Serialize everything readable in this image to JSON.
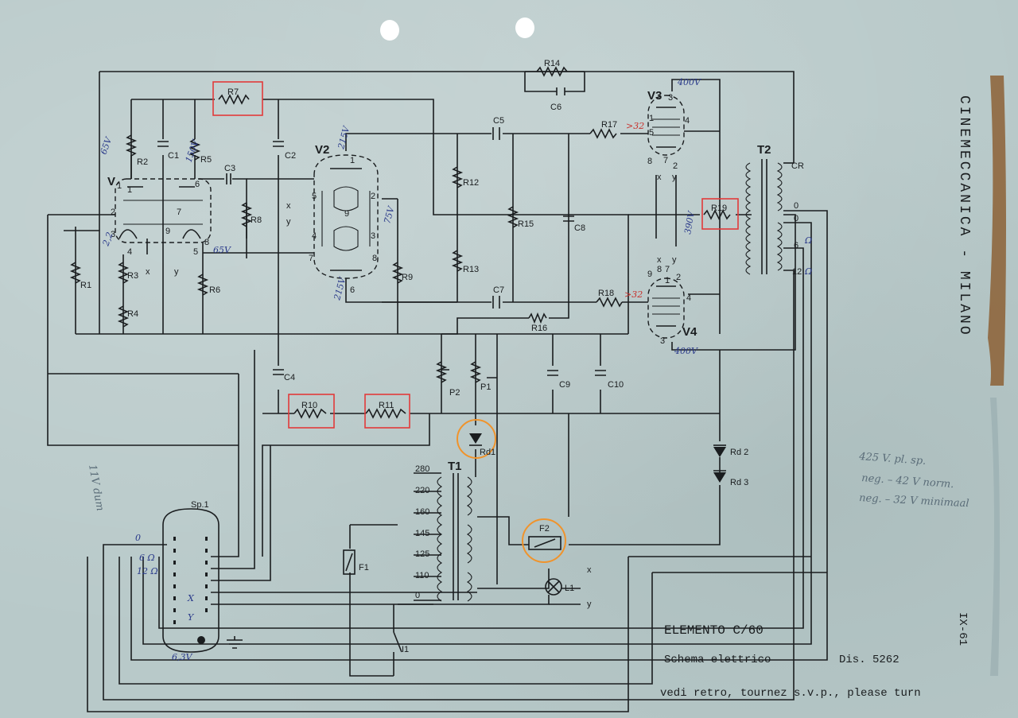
{
  "components": {
    "R7": "R7",
    "R14": "R14",
    "C6": "C6",
    "R2": "R2",
    "C1": "C1",
    "R5": "R5",
    "C2": "C2",
    "C3": "C3",
    "V1": "V",
    "V1sub": "1",
    "V2": "V2",
    "R8": "R8",
    "R1": "R1",
    "R3": "R3",
    "R4": "R4",
    "R6": "R6",
    "R9": "R9",
    "C5": "C5",
    "R12": "R12",
    "R15": "R15",
    "C8": "C8",
    "R13": "R13",
    "C7": "C7",
    "R16": "R16",
    "R17": "R17",
    "V3": "V3",
    "R18": "R18",
    "V4": "V4",
    "R19": "R19",
    "T2": "T2",
    "CR": "CR",
    "C4": "C4",
    "P2": "P2",
    "P1": "P1",
    "C9": "C9",
    "C10": "C10",
    "R10": "R10",
    "R11": "R11",
    "Rd1": "Rd1",
    "Rd2": "Rd 2",
    "Rd3": "Rd 3",
    "T1": "T1",
    "F1": "F1",
    "F2": "F2",
    "L1": "L1",
    "I1": "I1",
    "Sp1": "Sp.1"
  },
  "pins": {
    "v1_1": "1",
    "v1_2": "2",
    "v1_3": "3",
    "v1_4": "4",
    "v1_5": "5",
    "v1_6": "6",
    "v1_7": "7",
    "v1_8": "8",
    "v1_9": "9",
    "v2_1": "1",
    "v2_2": "2",
    "v2_3": "3",
    "v2_4": "4",
    "v2_5": "5",
    "v2_6": "6",
    "v2_7": "7",
    "v2_8": "8",
    "v2_9": "9",
    "v3_1": "1",
    "v3_2": "2",
    "v3_3": "3",
    "v3_4": "4",
    "v3_5": "5",
    "v3_7": "7",
    "v3_8": "8",
    "v4_1": "1",
    "v4_2": "2",
    "v4_3": "3",
    "v4_4": "4",
    "v4_7": "7",
    "v4_8": "8",
    "v4_9": "9",
    "t2_0a": "0",
    "t2_0b": "0",
    "t2_6": "6",
    "t2_12": "12",
    "x": "x",
    "y": "y"
  },
  "taps": [
    "280",
    "220",
    "160",
    "145",
    "125",
    "110",
    "0"
  ],
  "handwritten_blue": {
    "v1_plate_left": "65V",
    "v1_plate_right": "150V",
    "v1_grid": "2,2",
    "v1_cath": "65V",
    "v2_top": "215V",
    "v2_right": "75V",
    "v2_bottom": "215V",
    "v3_top": "400V",
    "v4_side": "390V",
    "v4_bottom": "400V",
    "t2_6_ohm": "Ω",
    "t2_12_ohm": "Ω",
    "sp_0": "0",
    "sp_6": "6 Ω",
    "sp_12": "12 Ω",
    "sp_x": "X",
    "sp_y": "Y",
    "sp_63": "6,3V"
  },
  "handwritten_red": {
    "r17_note": ">32",
    "r18_note": ">32"
  },
  "pencil_notes": {
    "left_margin": "11V dum",
    "line1": "425 V. pl. sp.",
    "line2": "neg. – 42 V norm.",
    "line3": "neg. – 32 V minimaal"
  },
  "title_block": {
    "element": "ELEMENTO C/60",
    "schema": "Schema elettrico",
    "dis": "Dis. 5262",
    "retro": "vedi retro, tournez s.v.p., please turn"
  },
  "side_text": {
    "company": "CINEMECCANICA - MILANO",
    "code": "IX-61"
  },
  "colors": {
    "paper": "#b8c9c9",
    "ink": "#1a1d1f",
    "red_box": "#e23a3a",
    "orange_circle": "#f0932b",
    "blue_ink": "#2a3a8a"
  }
}
